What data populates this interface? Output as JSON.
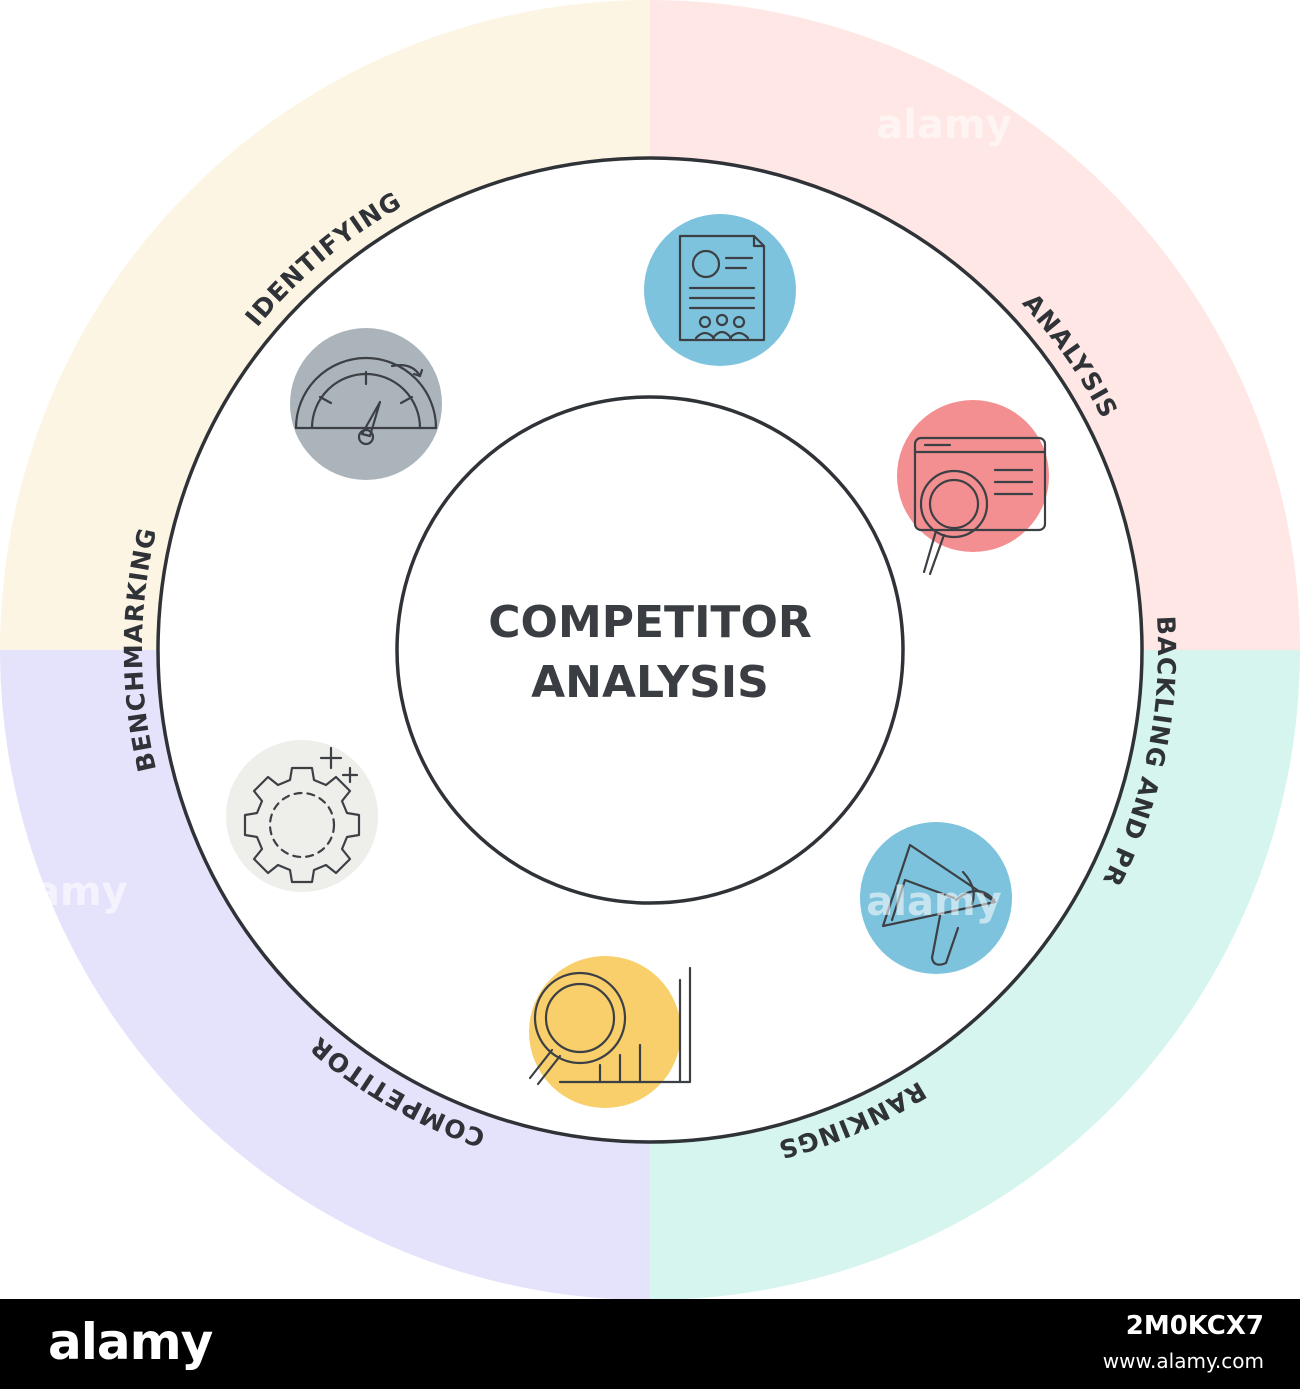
{
  "title": {
    "line1": "COMPETITOR",
    "line2": "ANALYSIS"
  },
  "ring_labels": [
    {
      "id": "identifying",
      "text": "IDENTIFYING"
    },
    {
      "id": "analysis",
      "text": "ANALYSIS"
    },
    {
      "id": "backling",
      "text": "BACKLING AND PR"
    },
    {
      "id": "rankings",
      "text": "RANKINGS"
    },
    {
      "id": "competitor",
      "text": "COMPETITOR"
    },
    {
      "id": "benchmarking",
      "text": "BENCHMARKING"
    }
  ],
  "icons": [
    {
      "id": "gauge",
      "name": "speedometer-icon",
      "color": "#aab4ba"
    },
    {
      "id": "profile",
      "name": "profile-document-icon",
      "color": "#7ec3dd"
    },
    {
      "id": "browser",
      "name": "browser-search-icon",
      "color": "#f38f91"
    },
    {
      "id": "megaphone",
      "name": "megaphone-icon",
      "color": "#7ec3dd"
    },
    {
      "id": "chart",
      "name": "chart-magnifier-icon",
      "color": "#f8cf6a"
    },
    {
      "id": "gear",
      "name": "gear-sparkle-icon",
      "color": "#eeeeea"
    }
  ],
  "quadrant_colors": {
    "top_left": "#fdf5e4",
    "top_right": "#fee7e4",
    "bottom_right": "#d6f5ee",
    "bottom_left": "#e5e3fb"
  },
  "watermark": {
    "text": "alamy",
    "id": "2M0KCX7",
    "url": "www.alamy.com"
  }
}
